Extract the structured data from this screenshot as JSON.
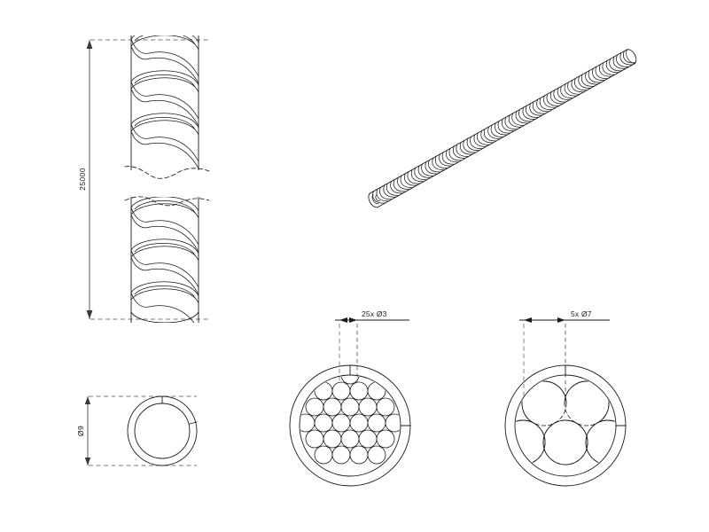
{
  "drawing": {
    "title": "Helical Wound Cable Technical Drawing",
    "background_color": "#ffffff",
    "line_color": "#1a1a1a",
    "dimension_color": "#595959",
    "views": [
      {
        "id": "elevation-broken",
        "name": "Broken Elevation View",
        "dimension_label": "25000",
        "dimension_orientation": "vertical"
      },
      {
        "id": "isometric-rod",
        "name": "Isometric Helical Rod View",
        "dimension_label": ""
      },
      {
        "id": "section-end",
        "name": "End Section View",
        "dimension_label": "Ø9",
        "dimension_orientation": "vertical"
      },
      {
        "id": "section-25-strand",
        "name": "25 Strand Cross Section",
        "dimension_label": "25x Ø3",
        "dimension_orientation": "horizontal"
      },
      {
        "id": "section-5-strand",
        "name": "5 Strand Cross Section",
        "dimension_label": "5x Ø7",
        "dimension_orientation": "horizontal"
      }
    ],
    "labels": {
      "length": "25000",
      "outer_diameter": "Ø9",
      "strand_25": "25x Ø3",
      "strand_5": "5x Ø7"
    }
  }
}
